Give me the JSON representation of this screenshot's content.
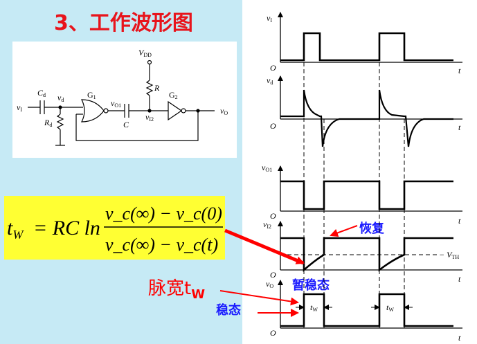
{
  "title": "3、工作波形图",
  "circuit": {
    "vdd": "V",
    "vdd_sub": "DD",
    "r": "R",
    "g1": "G",
    "g1_sub": "1",
    "g2": "G",
    "g2_sub": "2",
    "cd": "C",
    "cd_sub": "d",
    "rd": "R",
    "rd_sub": "d",
    "vd": "v",
    "vd_sub": "d",
    "vi": "v",
    "vi_sub": "I",
    "vo1": "v",
    "vo1_sub": "O1",
    "c": "C",
    "vi2": "v",
    "vi2_sub": "I2",
    "vo": "v",
    "vo_sub": "O"
  },
  "formula": {
    "lhs": "t",
    "lhs_sub": "W",
    "eq": "= RC ln",
    "num": "v_c(∞) − v_c(0)",
    "den": "v_c(∞) − v_c(t)"
  },
  "labels": {
    "pulse_width": "脉宽t",
    "pulse_width_sub": "W",
    "stable": "稳态",
    "temp_stable": "暂稳态",
    "recovery": "恢复"
  },
  "waveforms": {
    "axis_origin": "O",
    "axis_t": "t",
    "vi_label": "v",
    "vi_sub": "I",
    "vd_label": "v",
    "vd_sub": "d",
    "vo1_label": "v",
    "vo1_sub": "O1",
    "vi2_label": "v",
    "vi2_sub": "I2",
    "vo_label": "v",
    "vo_sub": "O",
    "vth_label": "− V",
    "vth_sub": "TH",
    "tw_label": "t",
    "tw_sub": "W"
  }
}
